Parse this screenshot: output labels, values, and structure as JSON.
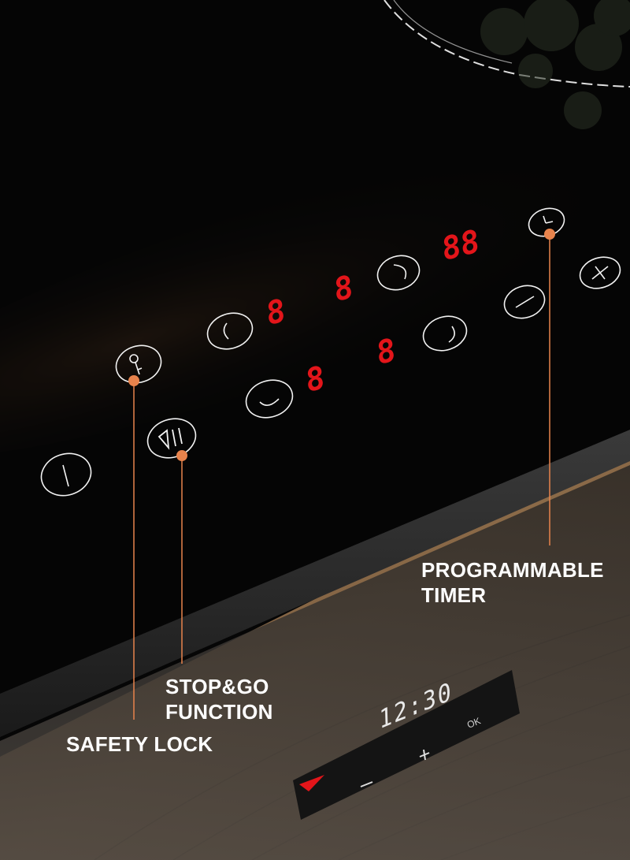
{
  "callouts": {
    "timer": {
      "line1": "PROGRAMMABLE",
      "line2": "TIMER",
      "icon": "clock-icon"
    },
    "stopgo": {
      "line1": "STOP&GO",
      "line2": "FUNCTION",
      "icon": "play-pause-icon"
    },
    "lock": {
      "line1": "SAFETY LOCK",
      "icon": "key-icon"
    }
  },
  "cooktop_displays": [
    "8",
    "8",
    "8",
    "8",
    "88"
  ],
  "oven_panel": {
    "time": "12:30",
    "ok_label": "OK"
  },
  "colors": {
    "accent": "#e8834c",
    "display_red": "#e3151a",
    "glass": "#060606",
    "wood": "#7a5a3a"
  }
}
